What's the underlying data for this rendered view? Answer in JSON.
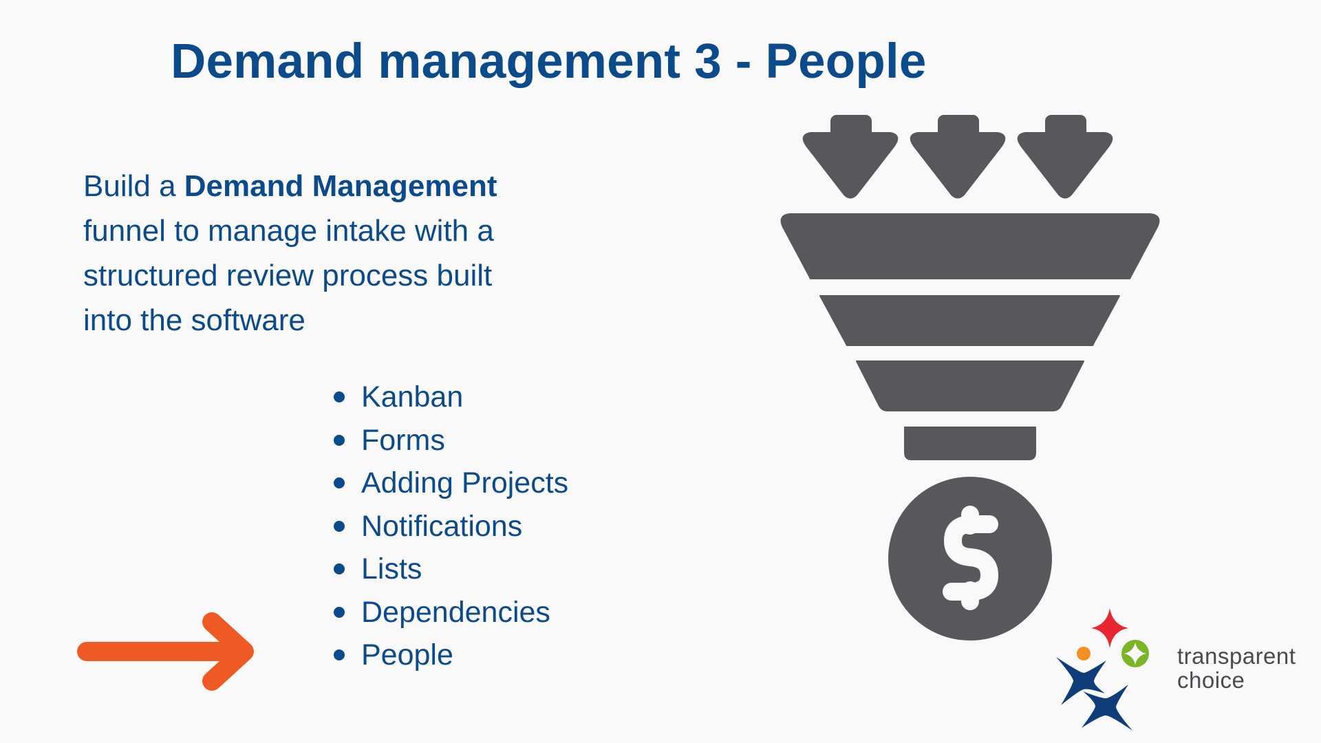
{
  "slide": {
    "title": "Demand management 3 - People",
    "intro": {
      "prefix": "Build a ",
      "emphasis": "Demand Management",
      "line2": "funnel to manage intake with a",
      "line3": "structured review process built",
      "line4": "into the software"
    },
    "bullets": [
      {
        "label": "Kanban"
      },
      {
        "label": "Forms"
      },
      {
        "label": "Adding Projects"
      },
      {
        "label": "Notifications"
      },
      {
        "label": "Lists"
      },
      {
        "label": "Dependencies"
      },
      {
        "label": "People"
      }
    ],
    "highlighted_bullet": "People",
    "pointer_arrow_icon": "arrow-right-icon",
    "funnel_graphic": {
      "icons": [
        "arrow-down-icon",
        "arrow-down-icon",
        "arrow-down-icon",
        "funnel-icon",
        "dollar-coin-icon"
      ]
    },
    "logo": {
      "line1": "transparent",
      "line2": "choice"
    }
  },
  "colors": {
    "background": "#f9f9f9",
    "text_primary": "#0b4a8b",
    "graphic_gray": "#57575c",
    "accent_orange": "#ef5a24",
    "logo_red": "#e8262f",
    "logo_orange": "#f5901e",
    "logo_green": "#7ab526",
    "logo_blue": "#0f3d7a",
    "logo_text": "#4a4a50"
  }
}
